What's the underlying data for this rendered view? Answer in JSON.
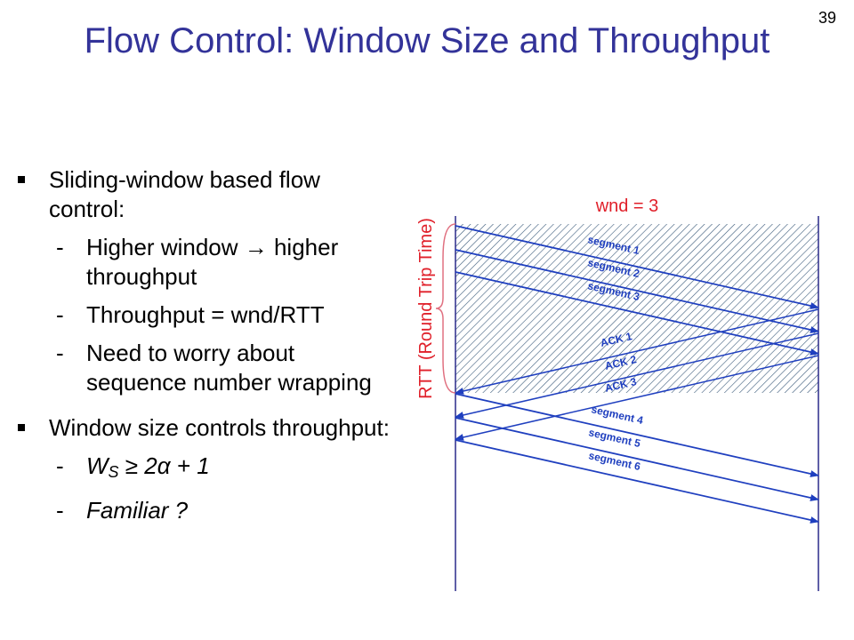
{
  "slide": {
    "page_number": "39",
    "title": "Flow Control: Window Size and Throughput"
  },
  "bullets": [
    {
      "text": "Sliding-window based flow control:",
      "subs": [
        "Higher window → higher throughput",
        "Throughput = wnd/RTT",
        "Need to worry about sequence number wrapping"
      ]
    },
    {
      "text": "Window size controls throughput:",
      "formula": {
        "w": "W",
        "sub": "S",
        "rest": " ≥ 2α + 1"
      },
      "familiar": "Familiar ?"
    }
  ],
  "diagram": {
    "wnd_label": "wnd = 3",
    "rtt_label": "RTT (Round Trip Time)",
    "segments": [
      "segment 1",
      "segment 2",
      "segment 3",
      "segment 4",
      "segment 5",
      "segment 6"
    ],
    "acks": [
      "ACK 1",
      "ACK 2",
      "ACK 3"
    ],
    "colors": {
      "arrow": "#1f3fbf",
      "timeline": "#2a2a8a",
      "hatch": "#3a5a7a",
      "label_red": "#e0202a"
    }
  }
}
